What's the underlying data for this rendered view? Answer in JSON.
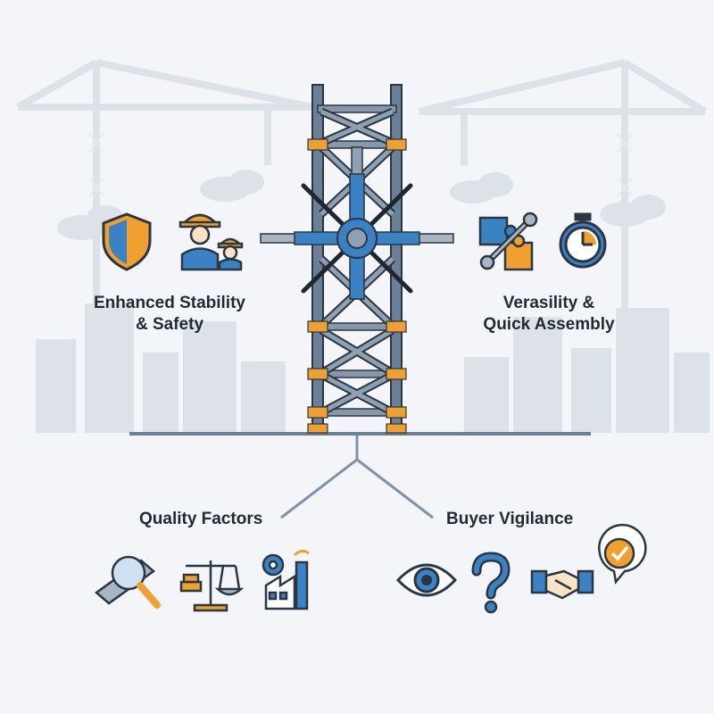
{
  "colors": {
    "background": "#f3f5f8",
    "skyline": "#d9dee6",
    "steel": "#6b8096",
    "steel_dark": "#2a3642",
    "accent_blue": "#3b82c4",
    "accent_orange": "#f0a030",
    "text": "#1f2a36"
  },
  "left_feature": {
    "title": "Enhanced Stability\n& Safety",
    "icons": [
      "shield-icon",
      "construction-workers-icon"
    ]
  },
  "right_feature": {
    "title": "Verasility &\nQuick Assembly",
    "icons": [
      "puzzle-wrench-icon",
      "stopwatch-icon"
    ]
  },
  "branches": [
    {
      "title": "Quality Factors",
      "icons": [
        "inspect-steel-icon",
        "balance-scale-icon",
        "factory-gear-icon"
      ]
    },
    {
      "title": "Buyer Vigilance",
      "icons": [
        "eye-icon",
        "question-mark-icon",
        "handshake-check-icon"
      ]
    }
  ]
}
